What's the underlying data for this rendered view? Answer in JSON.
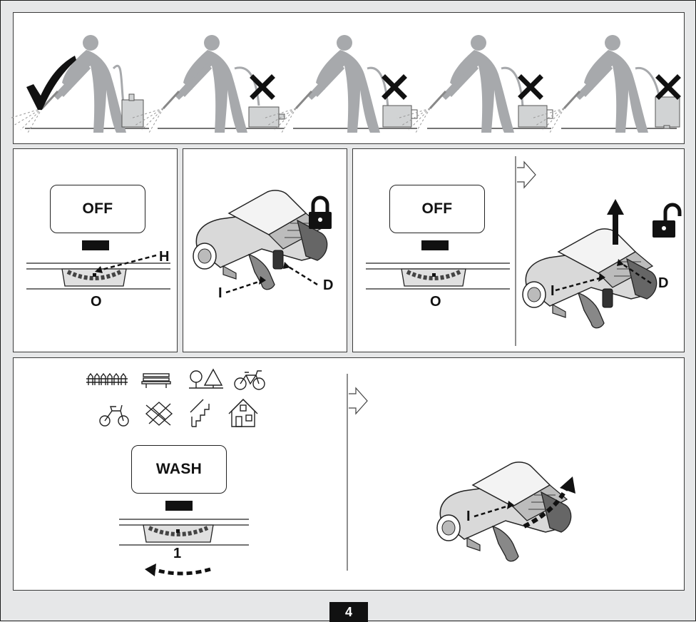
{
  "modes": {
    "off_left": "OFF",
    "off_right": "OFF",
    "wash": "WASH"
  },
  "labels": {
    "h": "H",
    "o_left": "O",
    "o_right": "O",
    "i_lock": "I",
    "d_lock": "D",
    "i_unlock": "I",
    "d_unlock": "D",
    "i_spray": "I",
    "setting_1": "1"
  },
  "page_number": "4",
  "icons": {
    "correct": "check-mark-icon",
    "incorrect": "cross-icon",
    "locked": "padlock-closed-icon",
    "unlocked": "padlock-open-icon",
    "applications": [
      "fence-icon",
      "bench-icon",
      "trees-icon",
      "bicycle-icon",
      "motorcycle-icon",
      "paving-icon",
      "stairs-icon",
      "house-icon"
    ]
  }
}
